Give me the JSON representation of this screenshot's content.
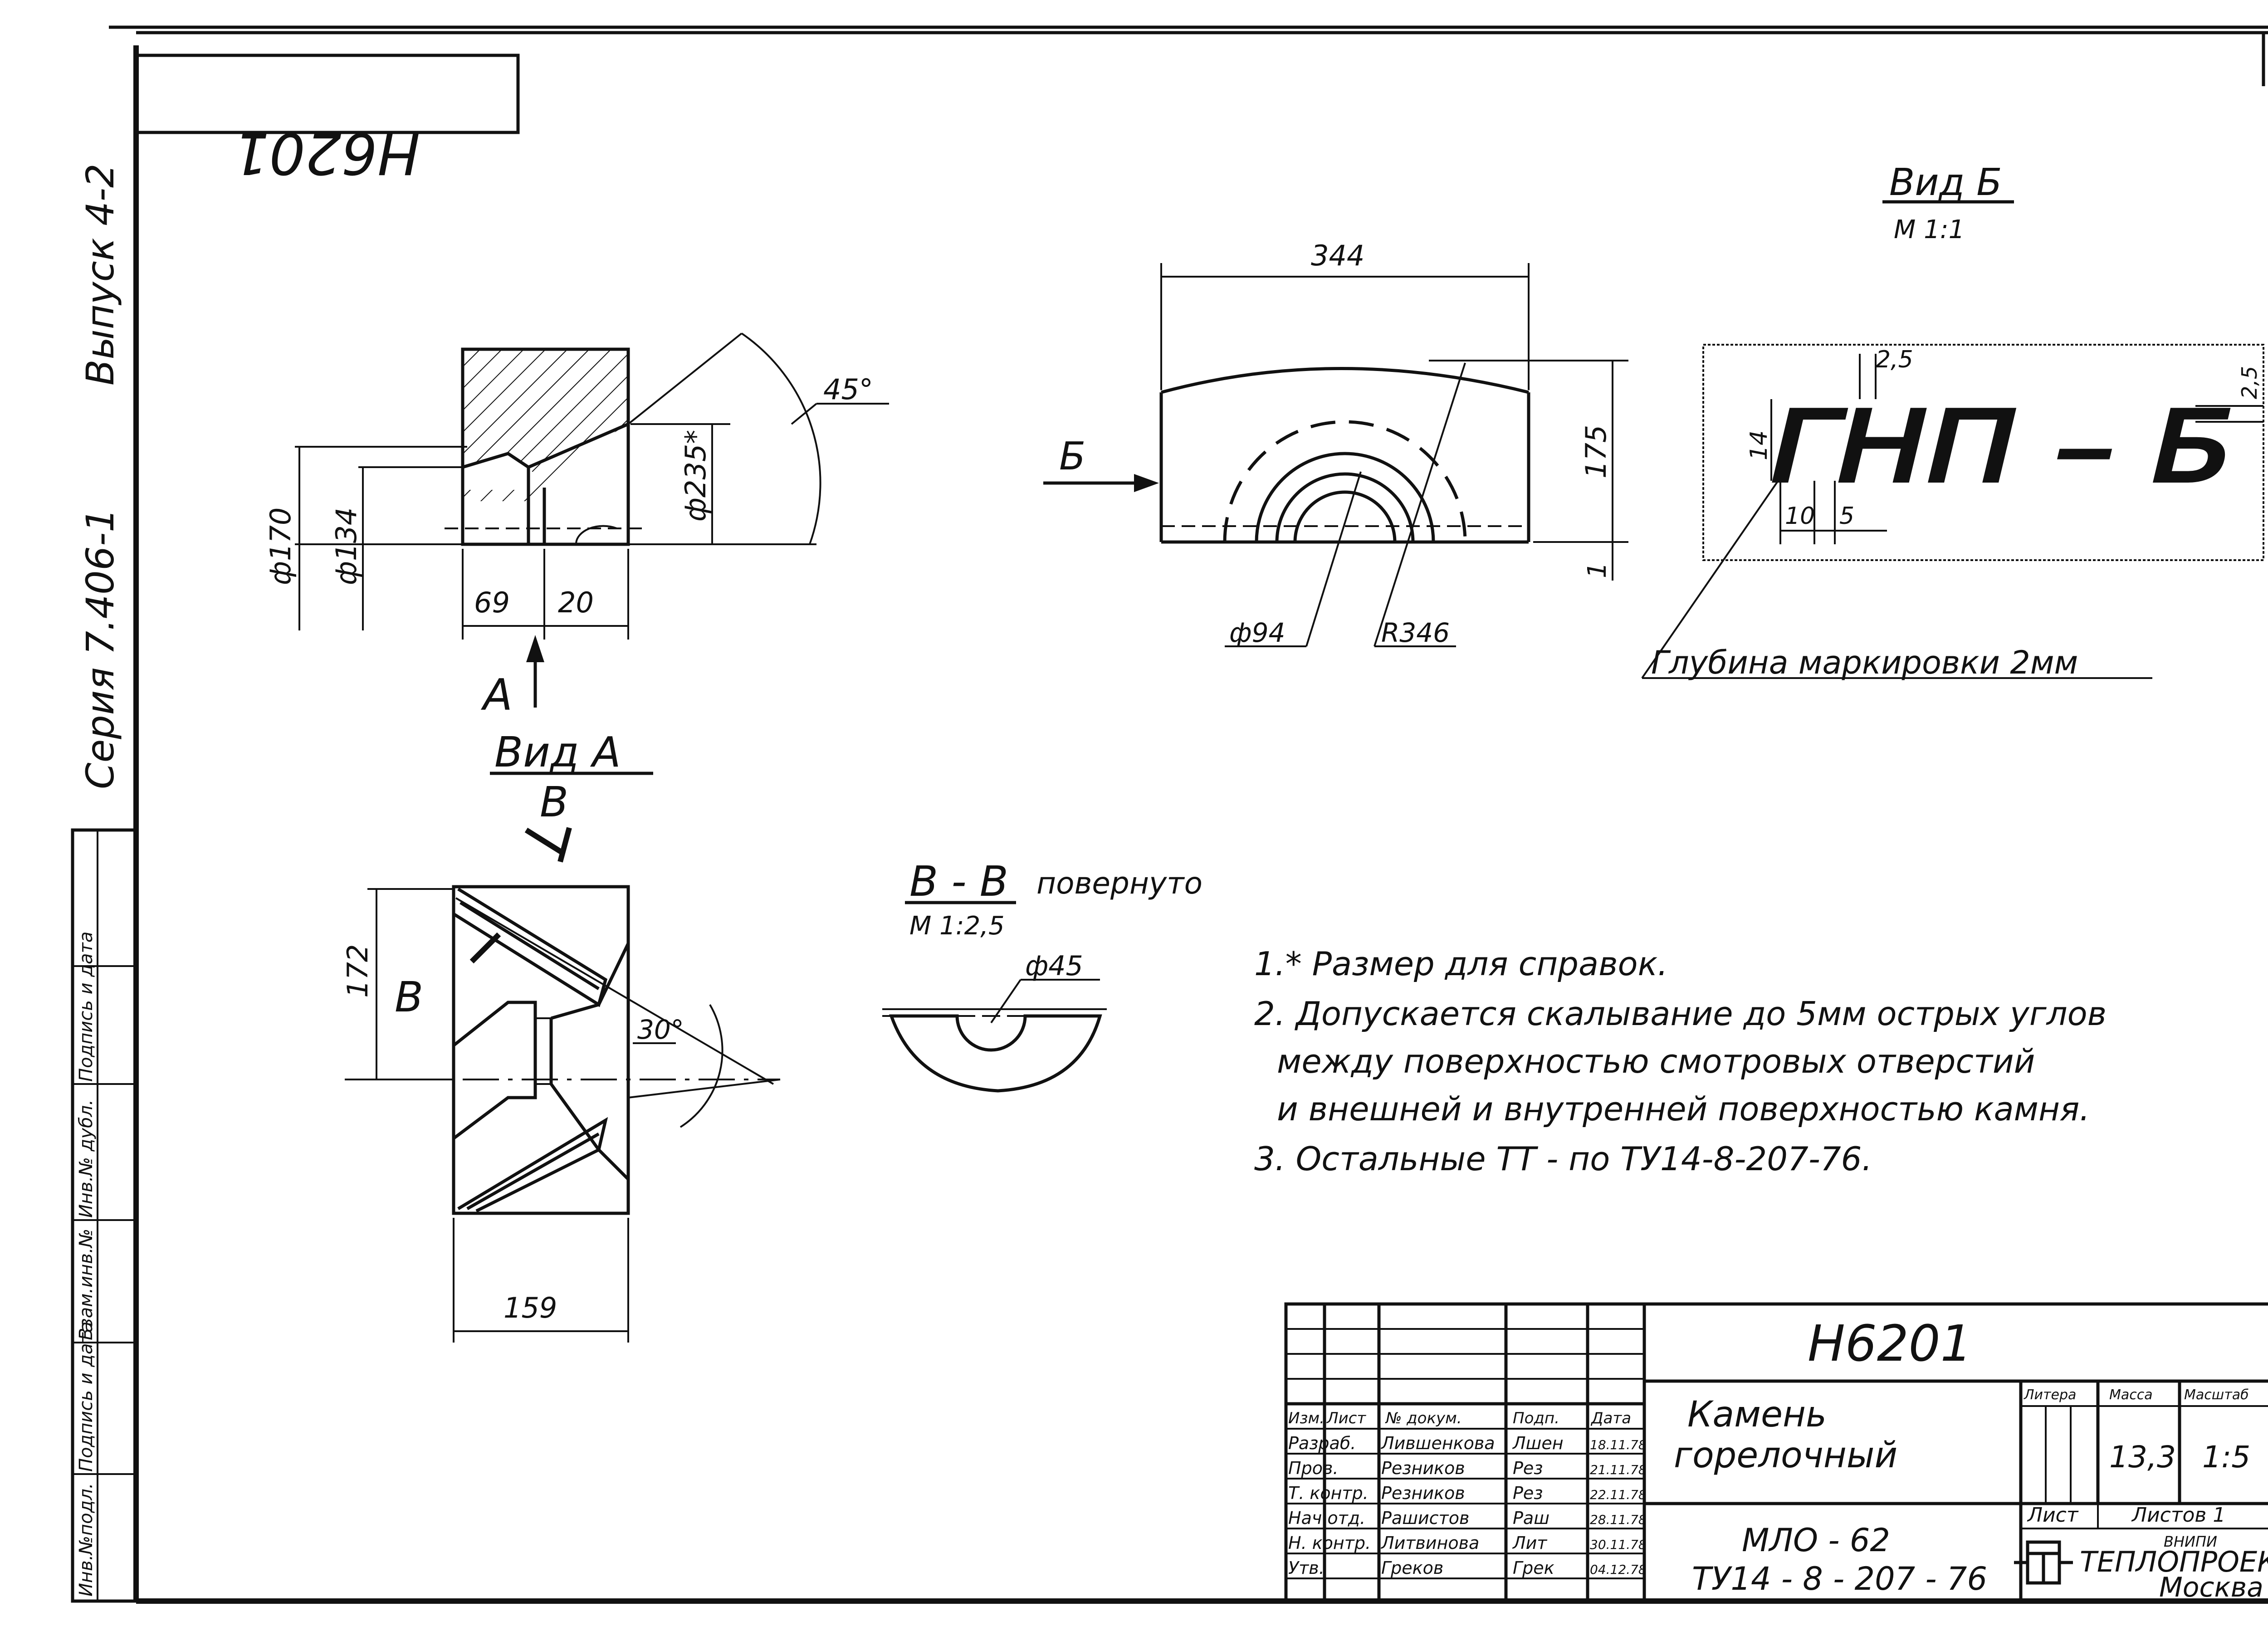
{
  "stamp": {
    "code_mirrored": "Н6201"
  },
  "side_strip": {
    "series": "Серия 7.406-1",
    "issue": "Выпуск 4-2",
    "field_labels": [
      "Инв.№подл.",
      "Подпись и дата",
      "Взам.инв.№",
      "Инв.№ дубл.",
      "Подпись и дата"
    ]
  },
  "views": {
    "section_left": {
      "dims": {
        "d170": "ф170",
        "d134": "ф134",
        "d235": "ф235*",
        "w69": "69",
        "w20": "20",
        "angle45": "45°"
      },
      "arrow_a": "А"
    },
    "front": {
      "dims": {
        "w344": "344",
        "h175": "175",
        "small1": "1",
        "d94": "ф94",
        "r346": "R346"
      },
      "arrow_b": "Б"
    },
    "view_b": {
      "title": "Вид Б",
      "scale": "М 1:1",
      "marking": "ГНП – Б",
      "dims": {
        "h14": "14",
        "w25a": "2,5",
        "w25b": "2,5",
        "w10": "10",
        "w5": "5"
      },
      "depth_note": "Глубина маркировки 2мм"
    },
    "view_a": {
      "title": "Вид А",
      "section_mark": "В",
      "dims": {
        "h172": "172",
        "w159": "159",
        "angle30": "30°"
      },
      "side_mark": "В"
    },
    "section_bb": {
      "title": "В - В",
      "rotated": "повернуто",
      "scale": "М 1:2,5",
      "dims": {
        "d45": "ф45"
      }
    }
  },
  "notes": [
    "1.* Размер для справок.",
    "2. Допускается скалывание до 5мм острых углов",
    "между поверхностью смотровых отверстий",
    "и внешней и внутренней поверхностью камня.",
    "3. Остальные ТТ - по ТУ14-8-207-76."
  ],
  "title_block": {
    "code": "Н6201",
    "name_line1": "Камень",
    "name_line2": "горелочный",
    "material_line1": "МЛО - 62",
    "material_line2": "ТУ14 - 8 - 207 - 76",
    "headers": {
      "izm": "Изм.",
      "list": "Лист",
      "doc": "№ докум.",
      "sign": "Подп.",
      "date": "Дата"
    },
    "rows": [
      {
        "role": "Разраб.",
        "name": "Лившенкова",
        "sign": "Лшен",
        "date": "18.11.78"
      },
      {
        "role": "Пров.",
        "name": "Резников",
        "sign": "Рез",
        "date": "21.11.78"
      },
      {
        "role": "Т. контр.",
        "name": "Резников",
        "sign": "Рез",
        "date": "22.11.78"
      },
      {
        "role": "Нач.отд.",
        "name": "Рашистов",
        "sign": "Раш",
        "date": "28.11.78"
      },
      {
        "role": "Н. контр.",
        "name": "Литвинова",
        "sign": "Лит",
        "date": "30.11.78"
      },
      {
        "role": "Утв.",
        "name": "Греков",
        "sign": "Грек",
        "date": "04.12.78"
      }
    ],
    "litera_label": "Литера",
    "mass_label": "Масса",
    "scale_label": "Масштаб",
    "mass_value": "13,3",
    "scale_value": "1:5",
    "sheet_label": "Лист",
    "sheets_label": "Листов 1",
    "org_small": "ВНИПИ",
    "org_name": "ТЕПЛОПРОЕКТ",
    "city": "Москва"
  }
}
